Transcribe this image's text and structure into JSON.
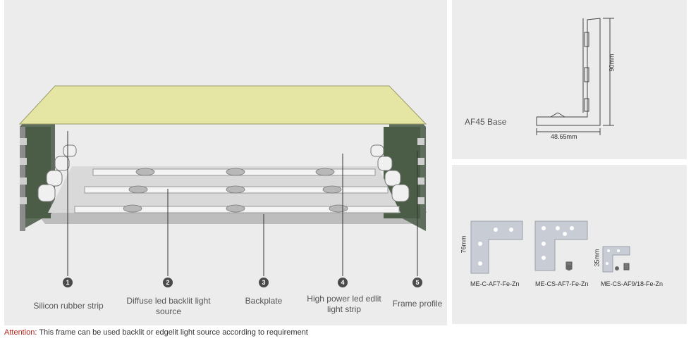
{
  "callouts": [
    {
      "number": "1",
      "label": "Silicon rubber strip"
    },
    {
      "number": "2",
      "label": "Diffuse led backlit light source"
    },
    {
      "number": "3",
      "label": "Backplate"
    },
    {
      "number": "4",
      "label": "High power led edlit light strip"
    },
    {
      "number": "5",
      "label": "Frame profile"
    }
  ],
  "base_profile": {
    "name": "AF45 Base",
    "height_dim": "90mm",
    "width_dim": "48.65mm"
  },
  "corners": [
    {
      "code": "ME-C-AF7-Fe-Zn",
      "dim": "76mm"
    },
    {
      "code": "ME-CS-AF7-Fe-Zn"
    },
    {
      "code": "ME-CS-AF9/18-Fe-Zn",
      "dim": "35mm"
    }
  ],
  "footer": {
    "attention_label": "Attention",
    "text": ": This frame can be used backlit or edgelit light source according to requirement"
  }
}
